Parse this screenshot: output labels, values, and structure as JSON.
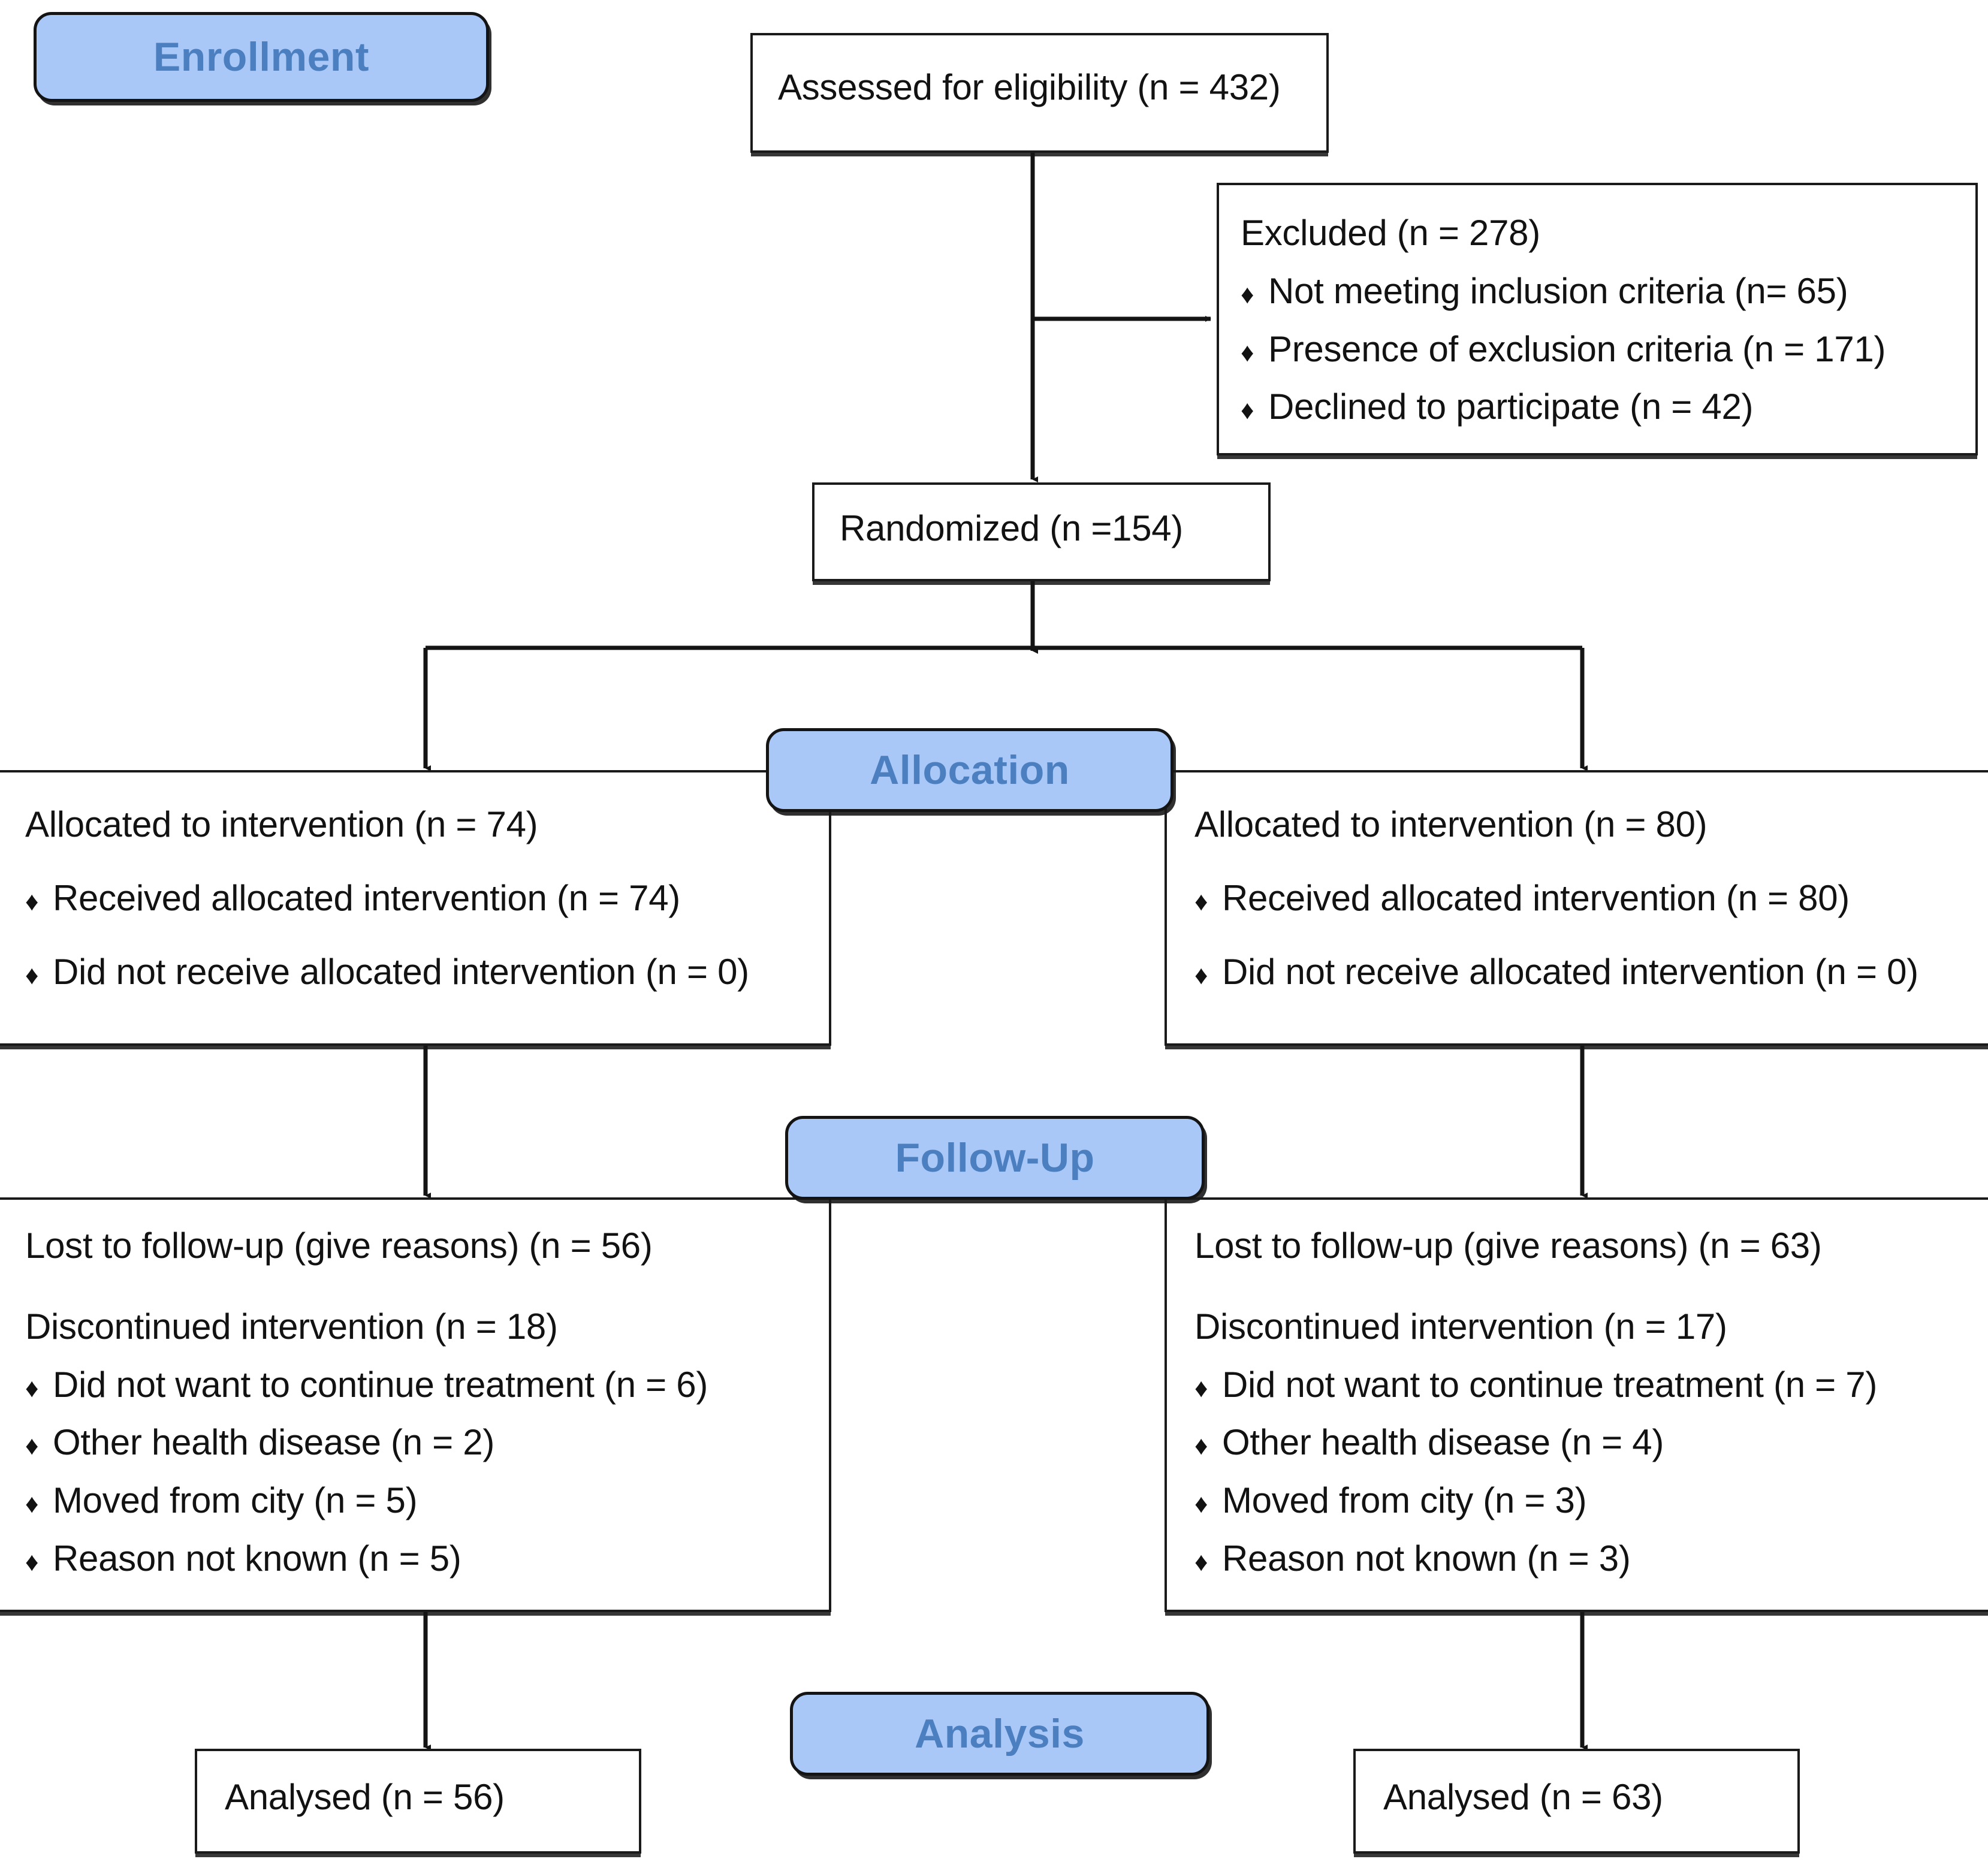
{
  "diagram": {
    "type": "CONSORT participant flow diagram",
    "accent_blue_fill": "#a9c8f7",
    "accent_blue_text": "#4b7fc0",
    "line_color": "#141414",
    "background": "#ffffff"
  },
  "stages": {
    "enrollment": "Enrollment",
    "allocation": "Allocation",
    "followup": "Follow-Up",
    "analysis": "Analysis"
  },
  "enrollment": {
    "assessed": "Assessed for eligibility (n = 432)",
    "excluded": {
      "heading": "Excluded (n = 278)",
      "reasons": [
        "Not meeting inclusion criteria (n=  65)",
        "Presence of exclusion criteria (n = 171)",
        "Declined to participate (n = 42)"
      ]
    },
    "randomized": "Randomized (n =154)"
  },
  "allocation": {
    "left": {
      "heading": "Allocated to intervention (n = 74)",
      "items": [
        "Received allocated intervention (n = 74)",
        "Did not receive allocated intervention (n = 0)"
      ]
    },
    "right": {
      "heading": "Allocated to intervention (n = 80)",
      "items": [
        "Received allocated intervention (n = 80)",
        "Did not receive allocated intervention (n = 0)"
      ]
    }
  },
  "followup": {
    "left": {
      "lost": "Lost to follow-up (give reasons) (n = 56)",
      "discontinued": "Discontinued intervention (n = 18)",
      "reasons": [
        "Did not want to continue treatment (n = 6)",
        "Other health disease (n = 2)",
        "Moved from city (n = 5)",
        "Reason not known (n = 5)"
      ]
    },
    "right": {
      "lost": "Lost to follow-up (give reasons) (n = 63)",
      "discontinued": "Discontinued intervention (n = 17)",
      "reasons": [
        "Did not want to continue treatment (n = 7)",
        "Other health disease (n = 4)",
        "Moved from city (n = 3)",
        "Reason not known (n = 3)"
      ]
    }
  },
  "analysis": {
    "left": "Analysed  (n = 56)",
    "right": "Analysed  (n = 63)"
  },
  "icons": {
    "bullet": "♦"
  }
}
